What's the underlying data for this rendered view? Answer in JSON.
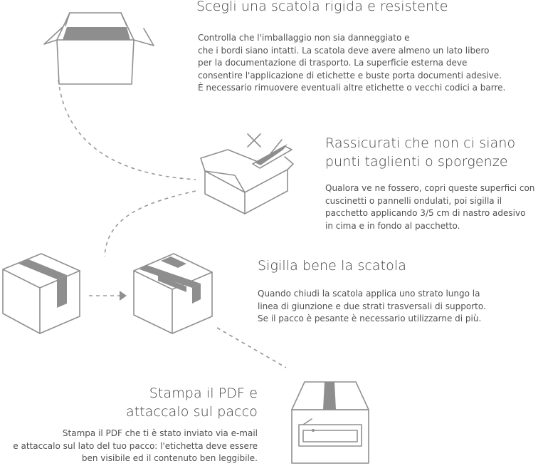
{
  "steps": [
    {
      "title": "Scegli una scatola rigida e resistente",
      "body": "Controlla che l'imballaggio non sia danneggiato e\nche i bordi siano intatti. La scatola deve avere almeno un lato libero\nper la documentazione di trasporto. La superficie esterna deve\nconsentire l'applicazione di etichette e buste porta documenti adesive.\nÈ necessario rimuovere eventuali altre etichette o vecchi codici a barre."
    },
    {
      "title_line1": "Rassicurati che non ci siano",
      "title_line2": "punti taglienti o sporgenze",
      "body": "Qualora ve ne fossero, copri queste superfici con\ncuscinetti o pannelli ondulati, poi sigilla il\npacchetto applicando 3/5 cm di nastro adesivo\nin cima e in fondo al pacchetto."
    },
    {
      "title": "Sigilla bene la scatola",
      "body": "Quando chiudi la scatola applica uno strato lungo la\nlinea di giunzione e due strati trasversali di supporto.\nSe il pacco è pesante è necessario utilizzarne di più."
    },
    {
      "title_line1": "Stampa il PDF e",
      "title_line2": "attaccalo sul pacco",
      "body": "Stampa il PDF che ti è stato inviato via e-mail\ne attaccalo sul lato del tuo pacco: l'etichetta deve essere\nben visibile ed il contenuto ben leggibile."
    }
  ],
  "icons": [
    "open-box-icon",
    "box-sharp-edges-icon",
    "box-tape-single-icon",
    "box-tape-cross-icon",
    "box-with-label-icon"
  ],
  "colors": {
    "line": "#8f8f8f",
    "tape": "#8e8e8e",
    "text": "#4a4a4a"
  }
}
